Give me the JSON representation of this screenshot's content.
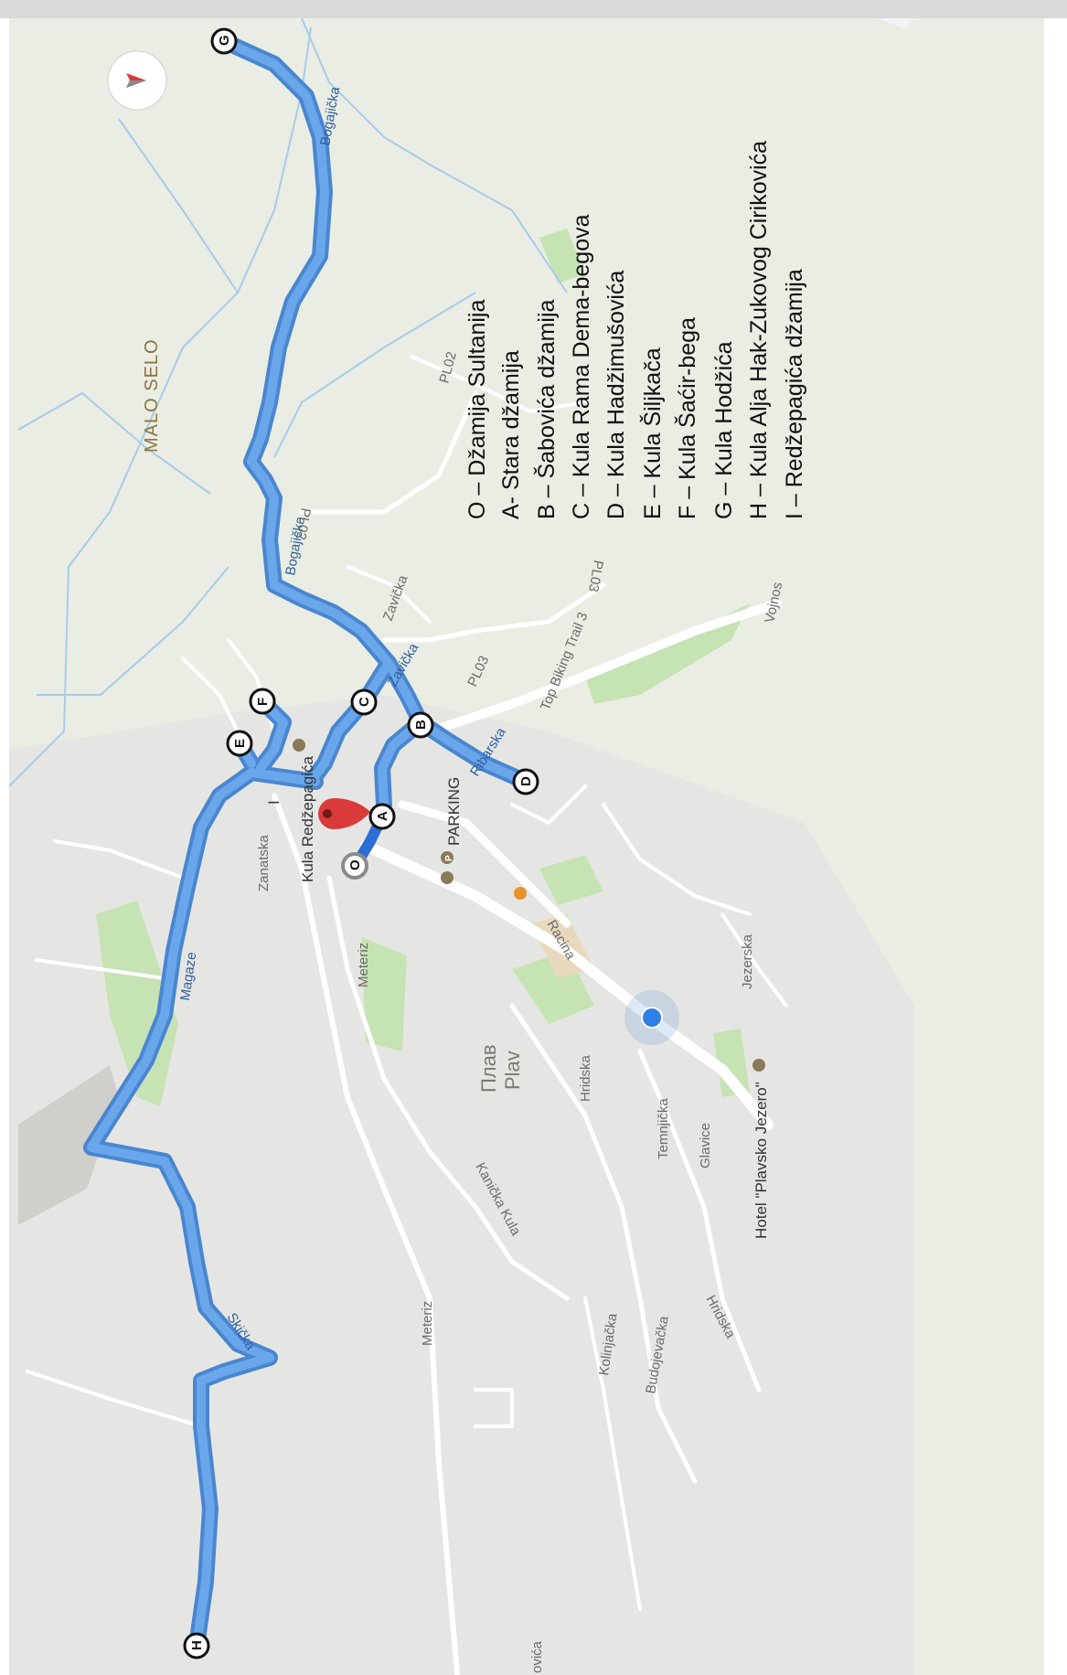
{
  "map": {
    "area_label": "MALO SELO",
    "town_cyrillic": "Плав",
    "town_latin": "Plav"
  },
  "legend": [
    "O – Džamija Sultanija",
    "A- Stara džamija",
    "B – Šabovića džamija",
    "C – Kula Rama Dema-begova",
    "D – Kula Hadžimušovića",
    "E – Kula Šiljkača",
    "F – Kula Šaćir-bega",
    "G – Kula Hodžića",
    "H – Kula Alja Hak-Zukovog Cirikovića",
    "I – Redžepagića džamija"
  ],
  "markers": {
    "O": "O",
    "A": "A",
    "B": "B",
    "C": "C",
    "D": "D",
    "E": "E",
    "F": "F",
    "G": "G",
    "H": "H"
  },
  "pois": {
    "parking": "PARKING",
    "parking_icon_letter": "P",
    "kula": "Kula Redžepagića",
    "hotel": "Hotel \"Plavsko Jezero\"",
    "marker_i": "I"
  },
  "street_labels": [
    "Bogajička",
    "PL02",
    "Bogajička",
    "PL02",
    "Zavička",
    "PL03",
    "Vojnos",
    "PL03",
    "Top Biking Trail 3",
    "Zavička",
    "Ribarska",
    "Zanatska",
    "Meteriz",
    "Magaze",
    "Racina",
    "Jezerska",
    "Hridska",
    "Temnjička",
    "Glavice",
    "Kanička Kula",
    "Meteriz",
    "Kolinjačka",
    "Budojevačka",
    "Hridska",
    "Skička",
    "ovića"
  ],
  "icons": {
    "compass": "compass-icon",
    "pin": "location-pin-icon",
    "current_location": "current-location-dot-icon",
    "parking": "parking-icon",
    "landmark": "landmark-icon",
    "hotel": "hotel-icon",
    "cafe": "cafe-icon"
  },
  "colors": {
    "map_background": "#e9ede3",
    "route": "#6aa6ea",
    "route_outline": "#4a86d0",
    "pin": "#d93a3a",
    "green_area": "#c6e3b4",
    "water": "#a9cbe9"
  }
}
